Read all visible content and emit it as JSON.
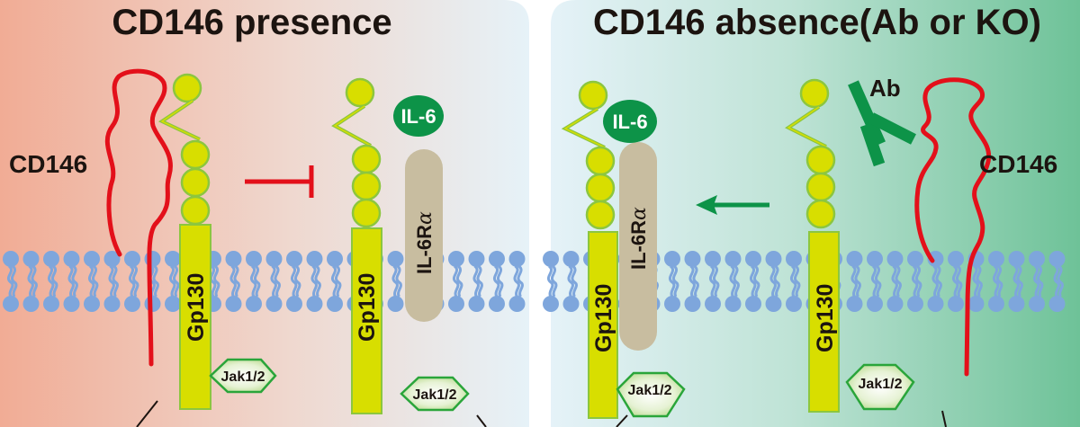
{
  "panels": {
    "left": {
      "title": "CD146 presence",
      "cd146_label": "CD146",
      "gp130_labels": [
        "Gp130",
        "Gp130"
      ],
      "il6_label": "IL-6",
      "il6r_label": "IL-6R",
      "il6r_alpha": "α",
      "jak_labels": [
        "Jak1/2",
        "Jak1/2"
      ],
      "relation": "inhibition",
      "bg_colors": [
        "#f1ad98",
        "#e8f3f8"
      ]
    },
    "right": {
      "title": "CD146 absence(Ab or KO)",
      "cd146_label": "CD146",
      "ab_label": "Ab",
      "gp130_labels": [
        "Gp130",
        "Gp130"
      ],
      "il6_label": "IL-6",
      "il6r_label": "IL-6R",
      "il6r_alpha": "α",
      "jak_labels": [
        "Jak1/2",
        "Jak1/2"
      ],
      "relation": "activation-arrow",
      "bg_colors": [
        "#e4f2f8",
        "#6fc29a"
      ]
    }
  },
  "colors": {
    "cd146": "#e3101a",
    "gp130_fill": "#d8de00",
    "gp130_stroke": "#8cc63f",
    "il6": "#0d9348",
    "il6r": "#c8bda0",
    "membrane": "#7ea6dc",
    "jak_stroke": "#2aa53a",
    "antibody": "#0d9348",
    "inhibit": "#e3101a",
    "arrow": "#0d9348"
  }
}
